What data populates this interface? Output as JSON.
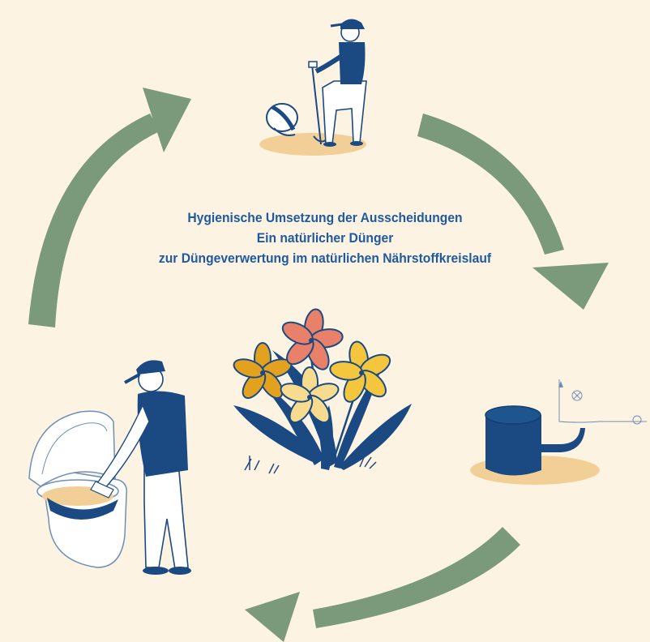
{
  "caption": {
    "line1": "Hygienische Umsetzung der Ausscheidungen",
    "line2": "Ein natürlicher Dünger",
    "line3": "zur Düngeverwertung im natürlichen Nährstoffkreislauf"
  },
  "colors": {
    "background": "#fdf3e3",
    "arrow": "#7a9a7b",
    "navy": "#1b4a82",
    "text": "#1f5aa0",
    "ground": "#f2cf97",
    "petal_orange": "#e2a21f",
    "petal_coral": "#e9806a",
    "petal_yellow": "#f3c63e",
    "petal_light": "#f7dc90"
  },
  "stages": [
    {
      "name": "compost-worker",
      "icon": "person-with-shovel-icon"
    },
    {
      "name": "compost-bin",
      "icon": "compost-bin-icon"
    },
    {
      "name": "dry-toilet",
      "icon": "person-at-toilet-icon"
    }
  ],
  "center_icon": "flowers-icon"
}
